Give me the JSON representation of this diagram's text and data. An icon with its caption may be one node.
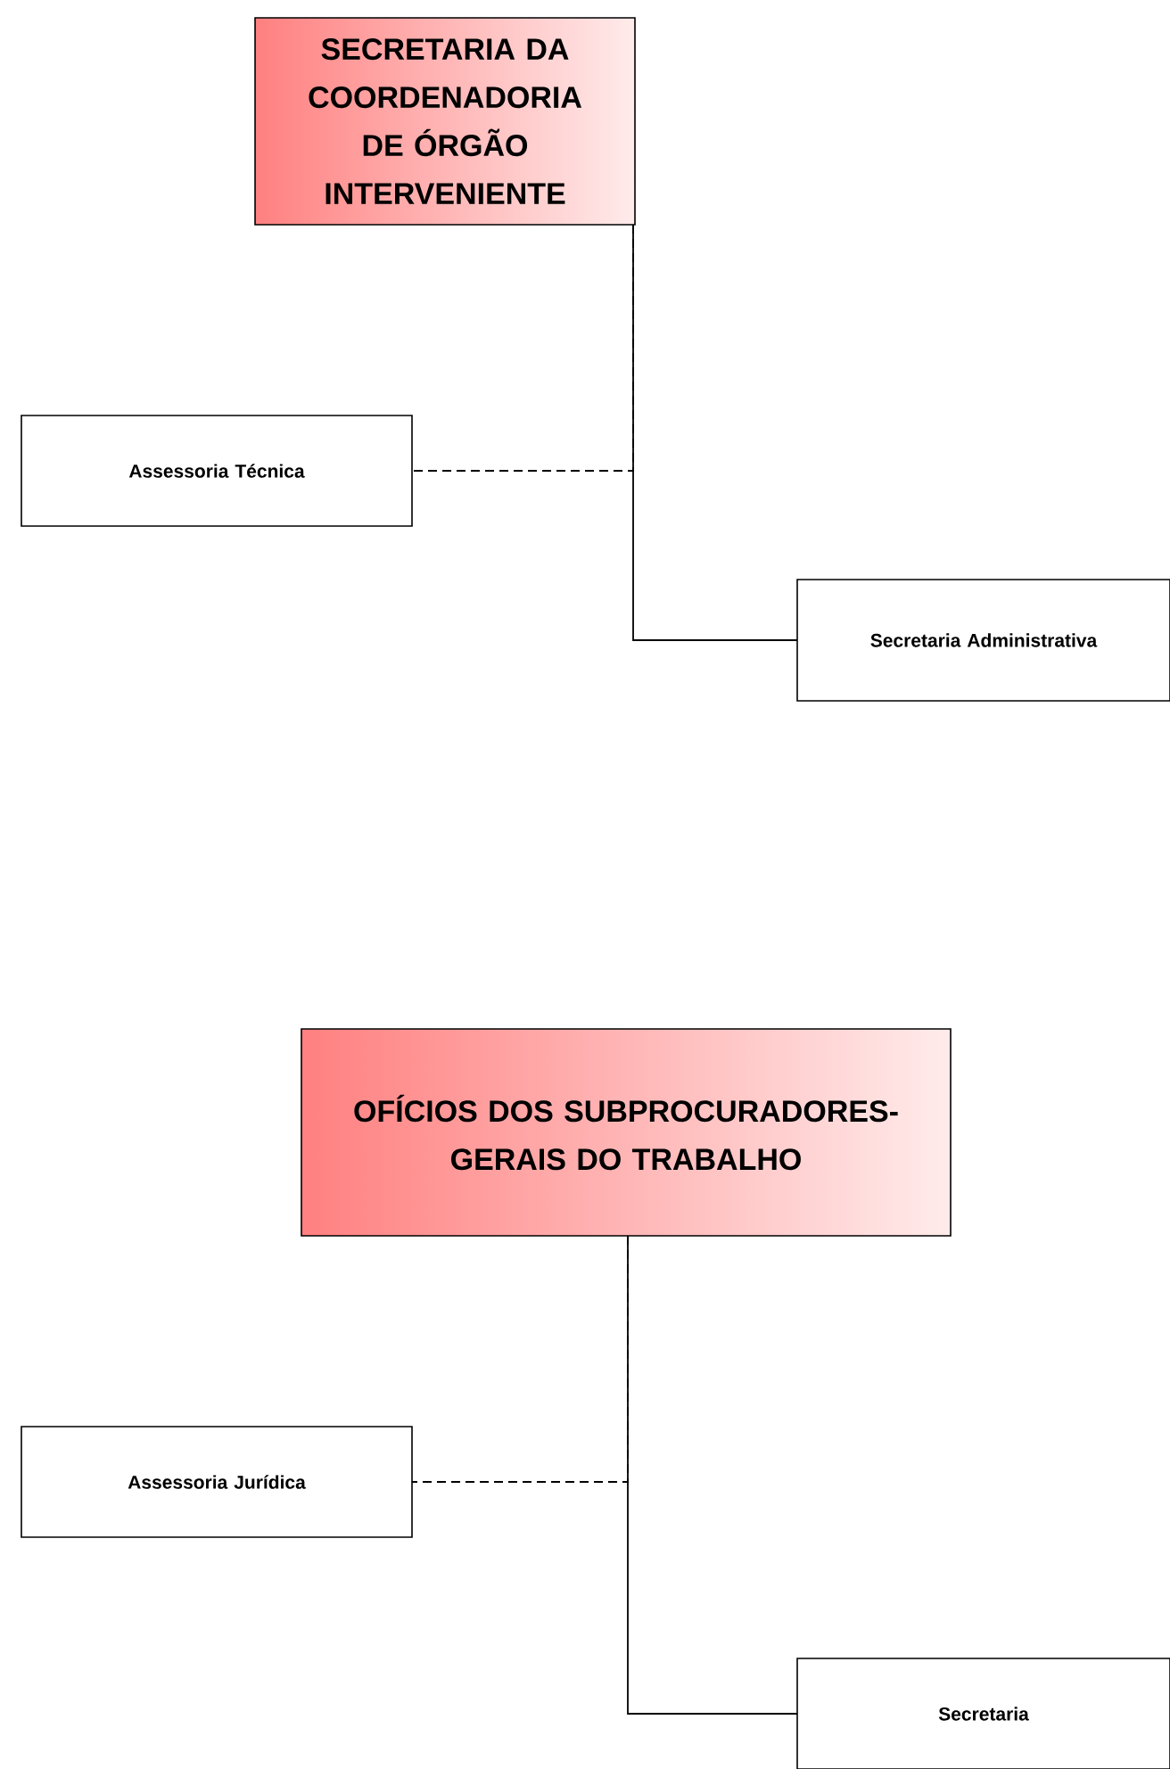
{
  "diagram": {
    "nodes": [
      {
        "text": [
          "SECRETARIA DA COORDENADORIA DE ÓRGÃO INTERVENIENTE"
        ]
      },
      {
        "text": [
          "Assessoria Técnica"
        ]
      },
      {
        "text": [
          "Secretaria Administrativa"
        ]
      },
      {
        "text": [
          "OFÍCIOS DOS SUBPROCURADORES-GERAIS DO TRABALHO"
        ]
      },
      {
        "text": [
          "Assessoria Jurídica"
        ]
      },
      {
        "text": [
          "Secretaria"
        ]
      }
    ],
    "edges": [
      {
        "from": 0,
        "to": 1,
        "arrow": "none",
        "style": "dashed"
      },
      {
        "from": 0,
        "to": 2,
        "arrow": "none"
      },
      {
        "from": 3,
        "to": 4,
        "arrow": "none",
        "style": "dashed"
      },
      {
        "from": 3,
        "to": 5,
        "arrow": "none"
      }
    ]
  }
}
